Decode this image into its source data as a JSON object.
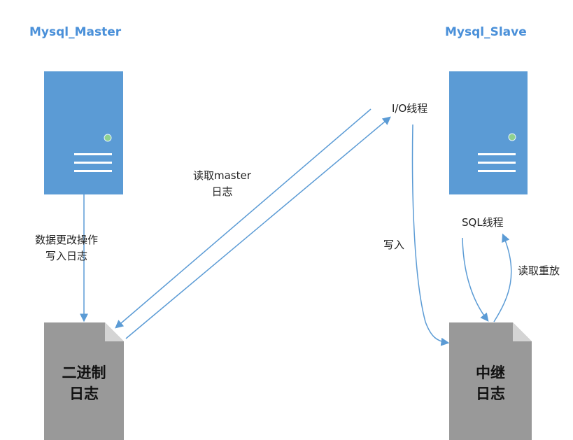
{
  "master": {
    "title": "Mysql_Master"
  },
  "slave": {
    "title": "Mysql_Slave"
  },
  "labels": {
    "data_change": "数据更改操作\n写入日志",
    "read_master_log": "读取master\n日志",
    "io_thread": "I/O线程",
    "write": "写入",
    "sql_thread": "SQL线程",
    "read_replay": "读取重放"
  },
  "docs": {
    "binlog": "二进制\n日志",
    "relay_log": "中继\n日志"
  },
  "colors": {
    "server": "#5b9bd5",
    "server_light": "#e6f3ff",
    "server_led": "#8fd18f",
    "doc": "#999999",
    "doc_fold": "#d4d4d4",
    "arrow": "#5b9bd5",
    "title": "#4a90d9"
  },
  "icons": {
    "server": "server-icon",
    "document": "document-icon"
  }
}
